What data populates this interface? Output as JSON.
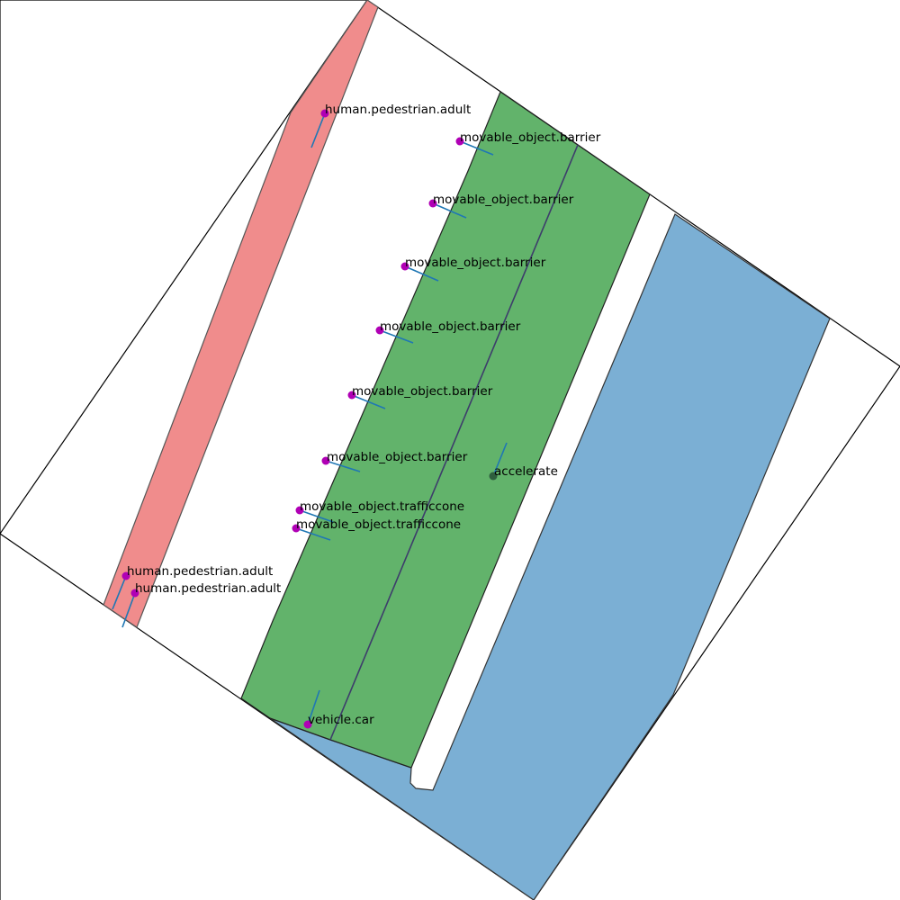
{
  "colors": {
    "patch_boundary": "#000000",
    "walkway": "#f08c8c",
    "lane": "#62b36b",
    "lane_divider": "#3d3d6b",
    "other_area": "#7bafd4",
    "agent_marker": "#b000b5",
    "heading_line": "#1f77b4",
    "ego_marker": "#2e5e3e"
  },
  "agents": [
    {
      "label": "human.pedestrian.adult"
    },
    {
      "label": "movable_object.barrier"
    },
    {
      "label": "movable_object.barrier"
    },
    {
      "label": "movable_object.barrier"
    },
    {
      "label": "movable_object.barrier"
    },
    {
      "label": "movable_object.barrier"
    },
    {
      "label": "movable_object.barrier"
    },
    {
      "label": "movable_object.trafficcone"
    },
    {
      "label": "movable_object.trafficcone"
    },
    {
      "label": "human.pedestrian.adult"
    },
    {
      "label": "human.pedestrian.adult"
    },
    {
      "label": "vehicle.car"
    }
  ],
  "ego": {
    "label": "accelerate"
  }
}
